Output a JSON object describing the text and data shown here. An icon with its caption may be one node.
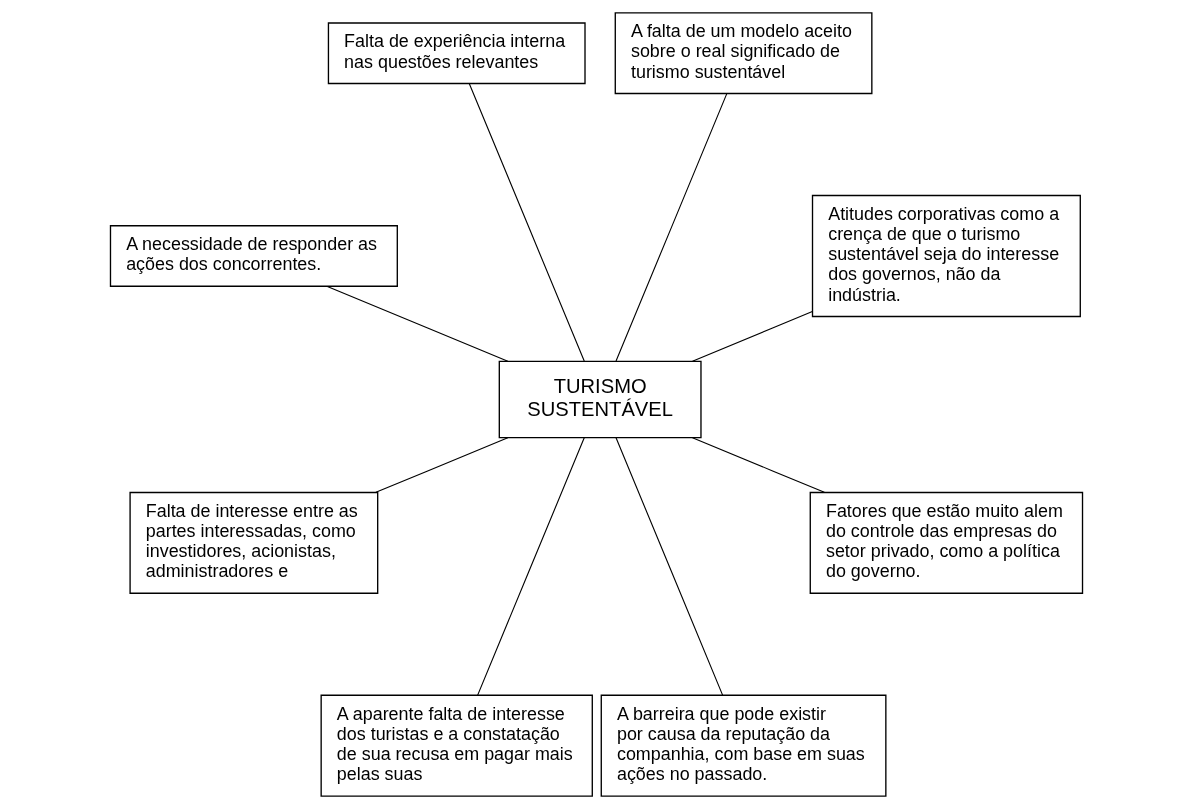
{
  "diagram": {
    "nodes": [
      {
        "text": [
          "Atitudes corporativas como a crença de que o turismo sustentável seja do interesse dos governos, não da indústria."
        ]
      },
      {
        "text": [
          "A falta de um modelo aceito sobre o real significado de turismo sustentável"
        ]
      },
      {
        "text": [
          "Falta de experiência interna nas questões relevantes"
        ]
      },
      {
        "text": [
          "TURISMO SUSTENTÁVEL"
        ]
      },
      {
        "text": [
          "A necessidade de responder as ações dos concorrentes."
        ]
      },
      {
        "text": [
          "Falta de interesse entre as partes interessadas, como investidores, acionistas, administradores e"
        ]
      },
      {
        "text": [
          "A aparente falta de interesse dos turistas e a constatação de sua recusa em pagar mais pelas suas"
        ]
      },
      {
        "text": [
          "A barreira que pode existir por causa da reputação da companhia, com base em suas ações no passado."
        ]
      },
      {
        "text": [
          "Fatores que estão muito alem do controle das empresas do setor privado, como a política do governo."
        ]
      }
    ],
    "edges": [
      {
        "from": 3,
        "to": 0,
        "arrow": "none"
      },
      {
        "from": 3,
        "to": 1,
        "arrow": "none"
      },
      {
        "from": 3,
        "to": 2,
        "arrow": "none"
      },
      {
        "from": 3,
        "to": 4,
        "arrow": "none"
      },
      {
        "from": 3,
        "to": 5,
        "arrow": "none"
      },
      {
        "from": 3,
        "to": 6,
        "arrow": "none"
      },
      {
        "from": 3,
        "to": 7,
        "arrow": "none"
      },
      {
        "from": 3,
        "to": 8,
        "arrow": "none"
      }
    ]
  }
}
